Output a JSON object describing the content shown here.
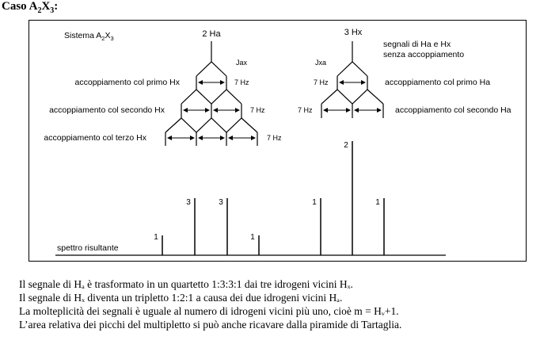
{
  "heading": {
    "prefix": "Caso A",
    "sub1": "2",
    "mid": "X",
    "sub2": "3",
    "suffix": ":"
  },
  "diagram": {
    "system_label": {
      "prefix": "Sistema A",
      "sub1": "2",
      "mid": "X",
      "sub2": "3"
    },
    "left_tree": {
      "top_label": "2 Ha",
      "coupling_constant_label": "Jax",
      "levels": [
        {
          "label": "accoppiamento col primo Hx",
          "j_label": "7 Hz"
        },
        {
          "label": "accoppiamento col secondo Hx",
          "j_label": "7 Hz"
        },
        {
          "label": "accoppiamento col terzo Hx",
          "j_label": "7 Hz"
        }
      ]
    },
    "right_tree": {
      "top_label": "3 Hx",
      "note_line1": "segnali di Ha e Hx",
      "note_line2": "senza accoppiamento",
      "coupling_constant_label": "Jxa",
      "levels": [
        {
          "label": "accoppiamento col primo Ha",
          "j_label": "7 Hz"
        },
        {
          "label": "accoppiamento col secondo Ha",
          "j_label": "7 Hz"
        }
      ]
    },
    "spectrum": {
      "label": "spettro risultante",
      "quartet_intensities": [
        1,
        3,
        3,
        1
      ],
      "triplet_intensities": [
        1,
        2,
        1
      ]
    }
  },
  "paragraph": {
    "line1": "Il segnale di Hₐ è trasformato in un quartetto 1:3:3:1 dai tre idrogeni vicini Hₓ.",
    "line2": "Il segnale di Hₓ diventa un tripletto 1:2:1 a causa dei due idrogeni vicini Hₐ.",
    "line3": "La molteplicità dei segnali è uguale al numero di idrogeni vicini più uno, cioè m = Hᵥ+1.",
    "line4": "L’area relativa dei picchi del multipletto si può anche ricavare dalla piramide di Tartaglia."
  }
}
